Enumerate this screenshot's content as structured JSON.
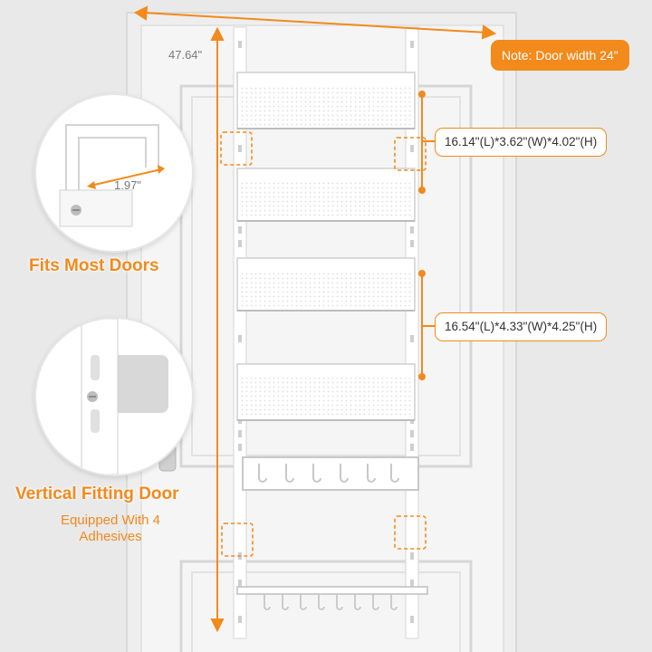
{
  "dimensions": {
    "height_label": "47.64\"",
    "clip_width_label": "1.97\"",
    "door_width_note": "Note: Door width 24\"",
    "top_basket_size": "16.14\"(L)*3.62\"(W)*4.02\"(H)",
    "bottom_basket_size": "16.54\"(L)*4.33\"(W)*4.25\"(H)"
  },
  "features": {
    "fit_title": "Fits Most Doors",
    "vertical_title": "Vertical Fitting Door",
    "vertical_subtitle_line1": "Equipped With 4",
    "vertical_subtitle_line2": "Adhesives"
  },
  "colors": {
    "accent": "#f28a1c",
    "wall": "#e9e9e9",
    "door": "#f4f4f4",
    "product": "#ffffff"
  },
  "icons": [
    "door-clip-icon",
    "adhesive-mount-icon",
    "screw-icon",
    "door-handle-icon"
  ]
}
